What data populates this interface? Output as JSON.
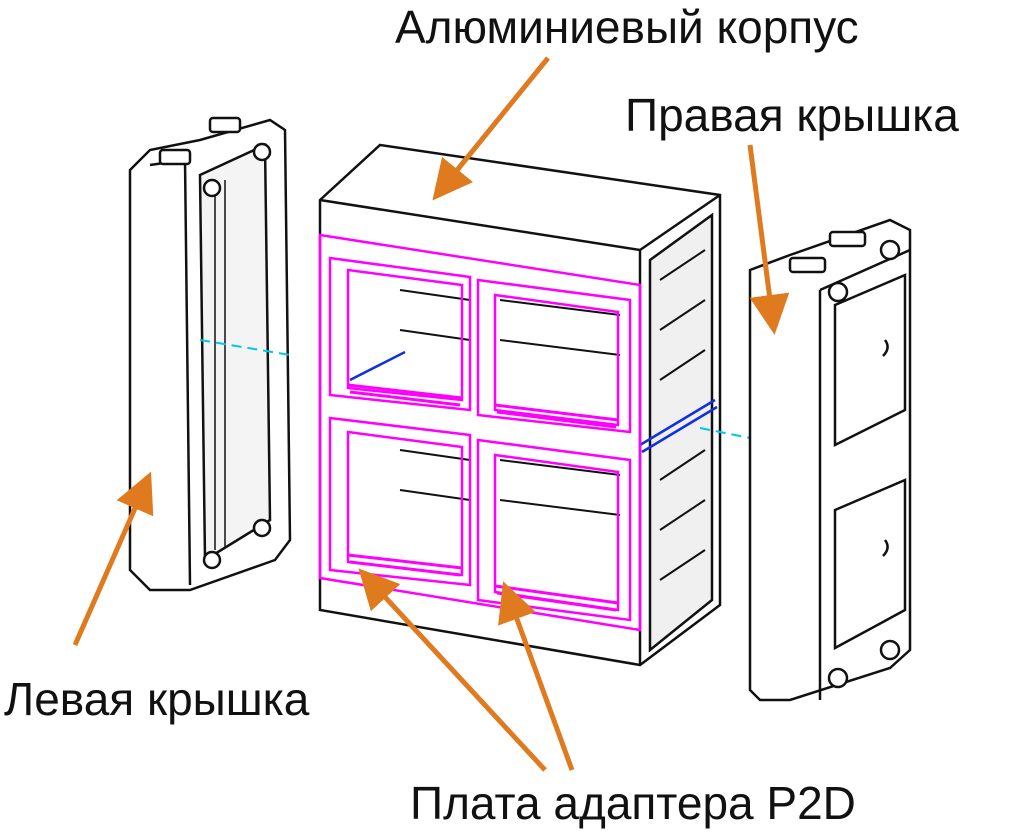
{
  "labels": {
    "housing": "Алюминиевый корпус",
    "right_cover": "Правая крышка",
    "left_cover": "Левая крышка",
    "adapter_board": "Плата адаптера P2D"
  },
  "colors": {
    "arrow": "#e07a1f",
    "frame": "#ff00ff",
    "axis_dash": "#00c8e0",
    "rail": "#1030e0",
    "outline": "#111111"
  }
}
